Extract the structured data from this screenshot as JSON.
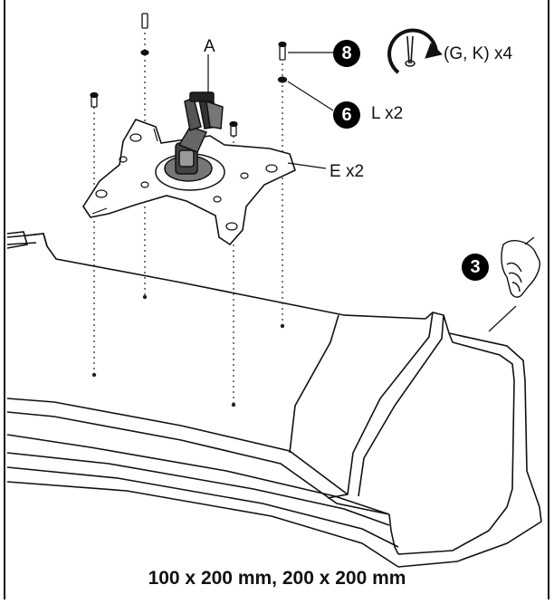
{
  "labels": {
    "bracket": "A",
    "screws": "(G, K) x4",
    "washers": "L x2",
    "plate": "E x2"
  },
  "badges": {
    "tighten": "8",
    "washer": "6",
    "hand": "3"
  },
  "caption": "100 x 200 mm, 200 x 200 mm",
  "colors": {
    "line": "#111111",
    "badge": "#000000"
  }
}
